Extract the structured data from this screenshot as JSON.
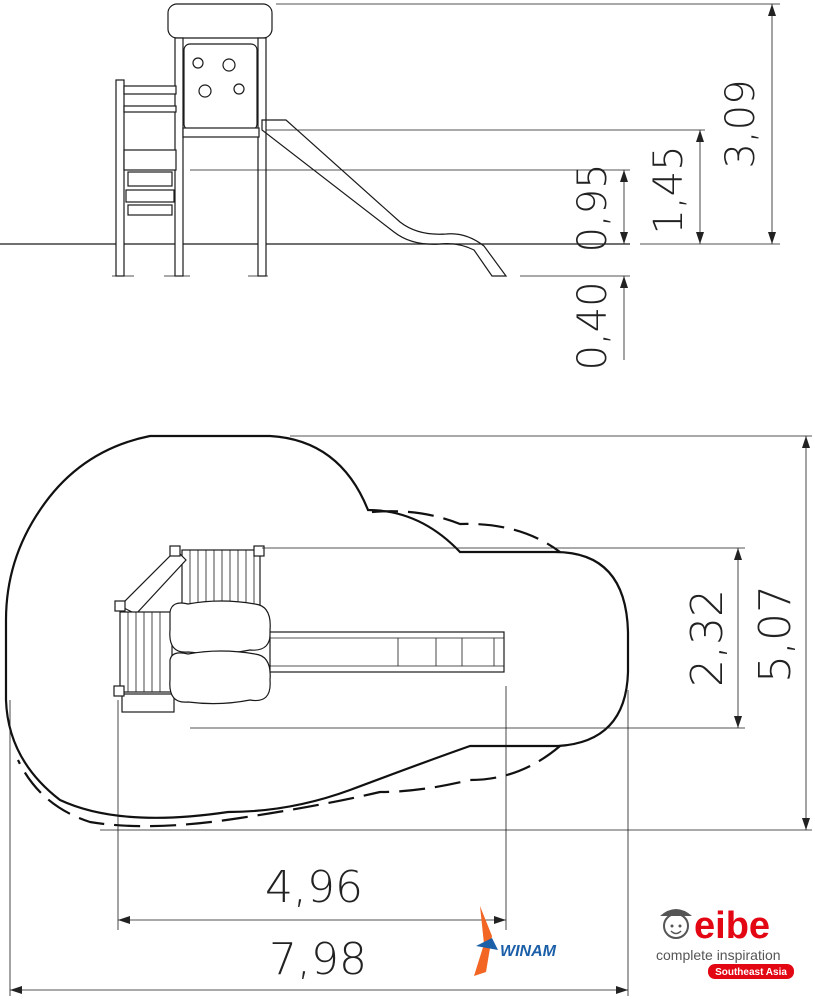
{
  "side_view": {
    "dimensions": {
      "total_height": "3,09",
      "platform_height": "1,45",
      "step_height": "0,95",
      "foundation_depth": "0,40"
    }
  },
  "top_view": {
    "dimensions": {
      "equipment_width": "2,32",
      "safety_zone_width": "5,07",
      "equipment_length": "4,96",
      "safety_zone_length": "7,98"
    }
  },
  "logos": {
    "winam": {
      "text": "WINAM",
      "colors": {
        "accent": "#f26522",
        "blue": "#1b5fa8"
      }
    },
    "eibe": {
      "wordmark": "eibe",
      "tagline": "complete inspiration",
      "region": "Southeast Asia",
      "colors": {
        "brand": "#e30613",
        "text": "#555555"
      }
    }
  }
}
